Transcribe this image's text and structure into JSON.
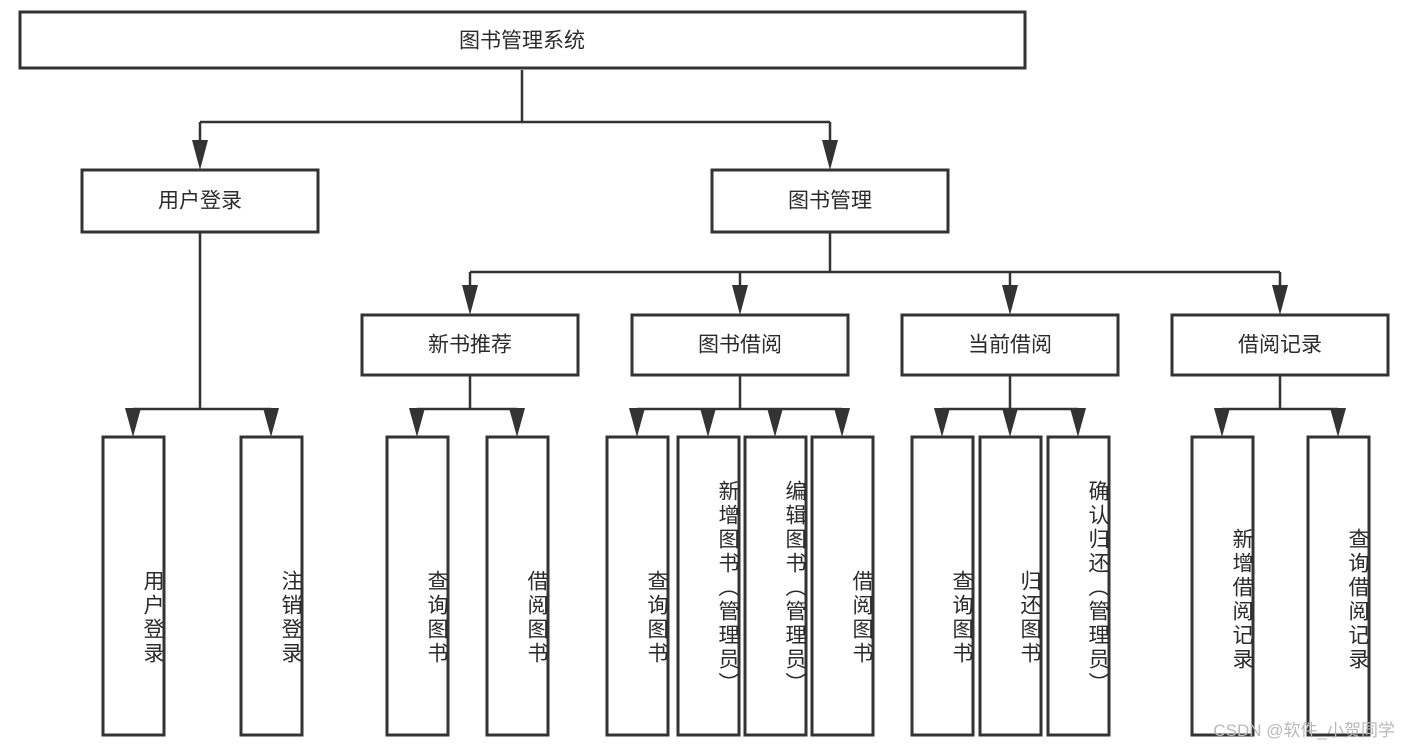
{
  "diagram": {
    "type": "hierarchy-tree",
    "title_node": {
      "label": "图书管理系统"
    },
    "level2": [
      {
        "id": "user-login",
        "label": "用户登录"
      },
      {
        "id": "book-manage",
        "label": "图书管理"
      }
    ],
    "level3": [
      {
        "id": "new-book-rec",
        "label": "新书推荐",
        "parent": "book-manage"
      },
      {
        "id": "book-borrow",
        "label": "图书借阅",
        "parent": "book-manage"
      },
      {
        "id": "current-borrow",
        "label": "当前借阅",
        "parent": "book-manage"
      },
      {
        "id": "borrow-record",
        "label": "借阅记录",
        "parent": "book-manage"
      }
    ],
    "leaves": [
      {
        "id": "leaf-user-login",
        "label": "用户登录",
        "parent": "user-login"
      },
      {
        "id": "leaf-user-logout",
        "label": "注销登录",
        "parent": "user-login"
      },
      {
        "id": "leaf-query-book-1",
        "label": "查询图书",
        "parent": "new-book-rec"
      },
      {
        "id": "leaf-borrow-book-1",
        "label": "借阅图书",
        "parent": "new-book-rec"
      },
      {
        "id": "leaf-query-book-2",
        "label": "查询图书",
        "parent": "book-borrow"
      },
      {
        "id": "leaf-add-book",
        "label": "新增图书（管理员）",
        "parent": "book-borrow"
      },
      {
        "id": "leaf-edit-book",
        "label": "编辑图书（管理员）",
        "parent": "book-borrow"
      },
      {
        "id": "leaf-borrow-book-2",
        "label": "借阅图书",
        "parent": "book-borrow"
      },
      {
        "id": "leaf-query-book-3",
        "label": "查询图书",
        "parent": "current-borrow"
      },
      {
        "id": "leaf-return-book",
        "label": "归还图书",
        "parent": "current-borrow"
      },
      {
        "id": "leaf-confirm-return",
        "label": "确认归还（管理员）",
        "parent": "current-borrow"
      },
      {
        "id": "leaf-add-record",
        "label": "新增借阅记录",
        "parent": "borrow-record"
      },
      {
        "id": "leaf-query-record",
        "label": "查询借阅记录",
        "parent": "borrow-record"
      }
    ]
  },
  "watermark": {
    "text": "CSDN @软件_小贺同学"
  },
  "colors": {
    "stroke": "#333333",
    "fill": "#ffffff",
    "text": "#2b2b2b",
    "watermark": "#b9b9b9"
  }
}
